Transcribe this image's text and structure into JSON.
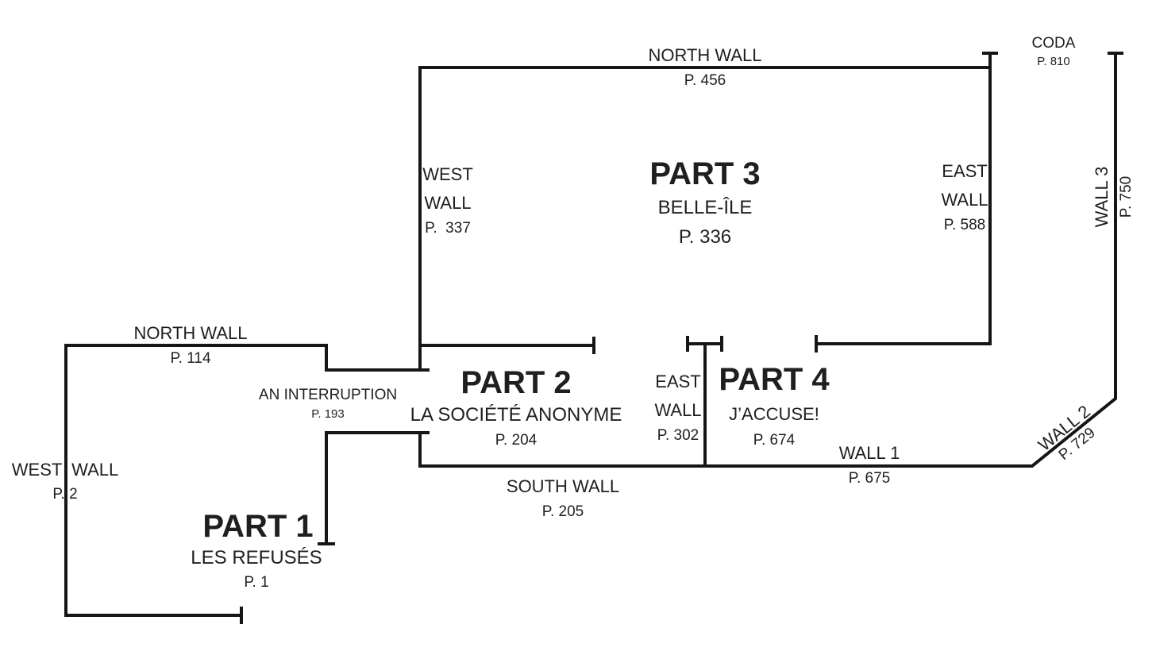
{
  "parts": {
    "part1": {
      "title": "PART 1",
      "subtitle": "LES REFUSÉS",
      "page": "P. 1"
    },
    "part2": {
      "title": "PART 2",
      "subtitle": "LA SOCIÉTÉ ANONYME",
      "page": "P. 204"
    },
    "part3": {
      "title": "PART 3",
      "subtitle": "BELLE-ÎLE",
      "page": "P. 336"
    },
    "part4": {
      "title": "PART 4",
      "subtitle": "J’ACCUSE!",
      "page": "P. 674"
    },
    "coda": {
      "title": "CODA",
      "page": "P. 810"
    }
  },
  "walls": {
    "p1_north": {
      "line1": "NORTH WALL",
      "page": "P. 114"
    },
    "p1_west": {
      "line1": "WEST  WALL",
      "page": "P. 2"
    },
    "interruption": {
      "line1": "AN INTERRUPTION",
      "page": "P. 193"
    },
    "p2_south": {
      "line1": "SOUTH WALL",
      "page": "P. 205"
    },
    "p2_east": {
      "line1": "EAST",
      "line2": "WALL",
      "page": "P. 302"
    },
    "p3_north": {
      "line1": "NORTH WALL",
      "page": "P. 456"
    },
    "p3_west": {
      "line1": "WEST",
      "line2": "WALL",
      "page": "P.  337"
    },
    "p3_east": {
      "line1": "EAST",
      "line2": "WALL",
      "page": "P. 588"
    },
    "wall1": {
      "line1": "WALL 1",
      "page": "P. 675"
    },
    "wall2": {
      "line1": "WALL 2",
      "page": "P. 729"
    },
    "wall3": {
      "line1": "WALL 3",
      "page": "P. 750"
    }
  }
}
